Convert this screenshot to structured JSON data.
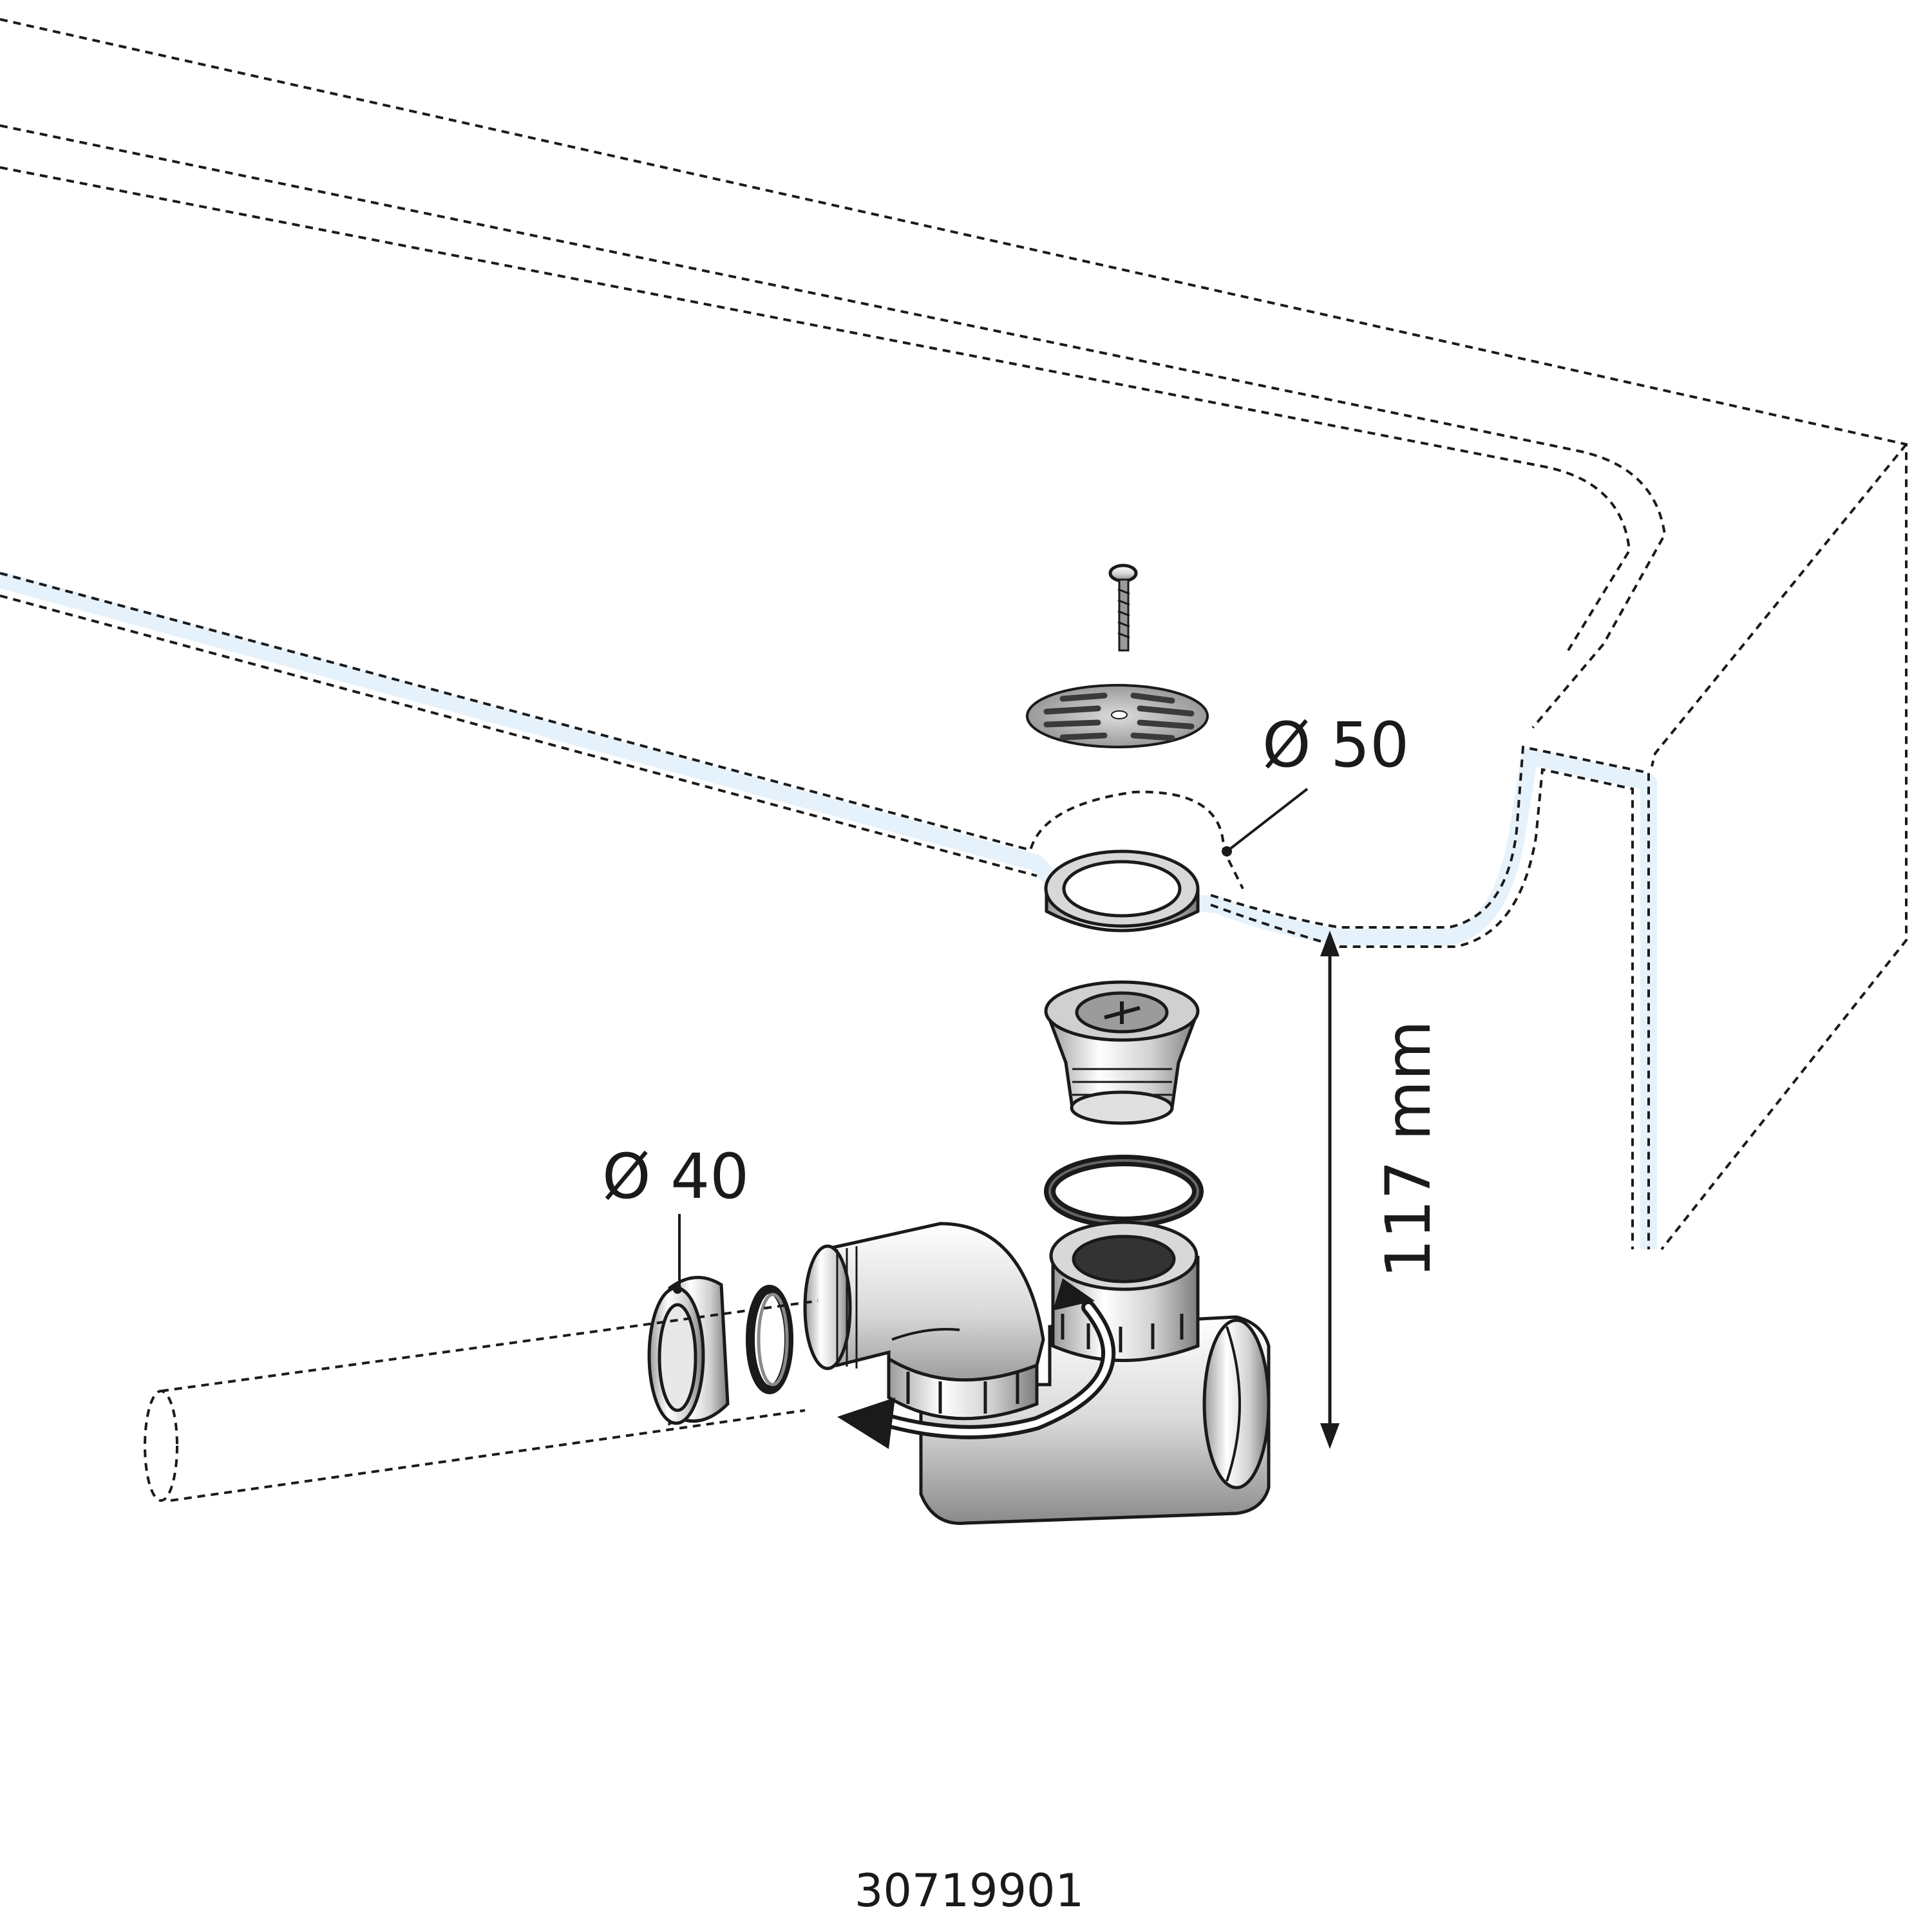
{
  "labels": {
    "dia_drain": "Ø 50",
    "dia_outlet": "Ø 40",
    "height": "117 mm",
    "article_number": "30719901"
  },
  "colors": {
    "line": "#1a1a1a",
    "tray_edge": "#e6f2fb",
    "chrome_light": "#f2f2f2",
    "chrome_mid": "#bdbdbd",
    "chrome_dark": "#555555"
  },
  "icons": [
    "screw-icon",
    "grate-icon",
    "rotation-arrow-icon",
    "dimension-arrow-icon"
  ]
}
